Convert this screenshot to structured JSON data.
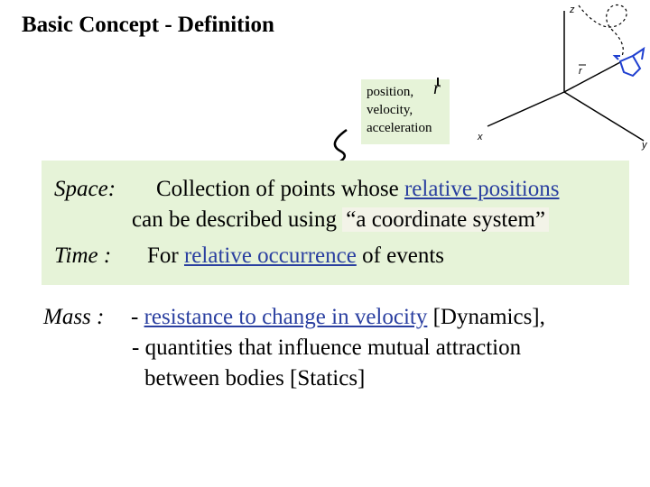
{
  "title": "Basic Concept - Definition",
  "callout": {
    "line1": "position,",
    "line2": "velocity,",
    "line3": "acceleration",
    "symbol": "r"
  },
  "axes": {
    "z": "z",
    "x": "x",
    "y": "y",
    "r": "r"
  },
  "space": {
    "label": "Space:",
    "text1": "Collection of points whose ",
    "link": "relative positions",
    "text2": "can be described using ",
    "highlight": "“a coordinate system”"
  },
  "time": {
    "label": "Time :",
    "text1": "For ",
    "link": "relative occurrence",
    "text2": " of events"
  },
  "mass": {
    "label": "Mass :",
    "text1": "- ",
    "link": "resistance to change in velocity",
    "text2": " [Dynamics],",
    "line2": "- quantities that influence mutual attraction",
    "line3": "between bodies [Statics]"
  }
}
